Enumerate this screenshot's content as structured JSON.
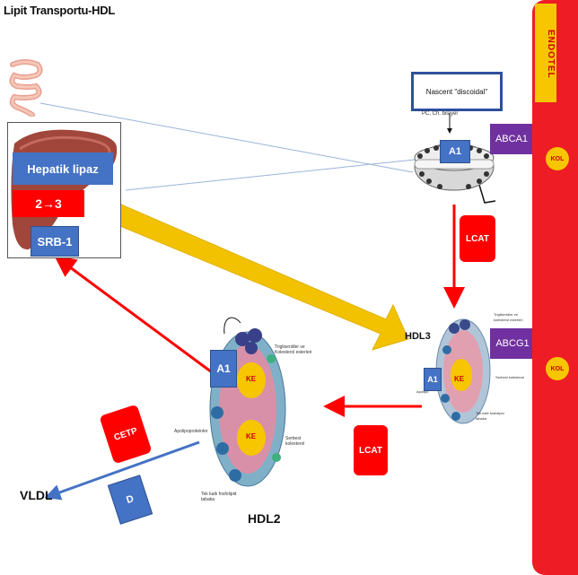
{
  "title": "Lipit Transportu-HDL",
  "endotel": {
    "label": "ENDOTEL",
    "kol_top": "KOL",
    "kol_bottom": "KOL"
  },
  "nascent": {
    "box_label": "Nascent \"discoidal\"",
    "pc_label": "PC, Ch. bilayer",
    "apo": "A1",
    "receptor": "ABCA1"
  },
  "liver": {
    "hepatik_lipaz": "Hepatik lipaz",
    "conversion": "2→3",
    "receptor": "SRB-1"
  },
  "lcat_top": "LCAT",
  "lcat_middle": "LCAT",
  "hdl3": {
    "label": "HDL3",
    "apo": "A1",
    "core": "KE",
    "receptor": "ABCG1",
    "annotations": [
      "Trigliseridler ve kolesterol esterleri",
      "Serbest kolesterol",
      "Tek katlı fosfolipid tabaka",
      "Apolipo"
    ]
  },
  "hdl2": {
    "label": "HDL2",
    "apo": "A1",
    "core_top": "KE",
    "core_bottom": "KE",
    "annotations": [
      "Trigliseridler ve Kolesterol esterleri",
      "Serbest kolesterol",
      "Tek katlı fosfolipid tabaka",
      "Apolipoproteinler"
    ]
  },
  "cetp": "CETP",
  "d_label": "D",
  "vldl": "VLDL",
  "colors": {
    "endotel": "#ee1c24",
    "yellow": "#f7c600",
    "blue": "#4472c4",
    "red": "#ff0000",
    "purple": "#7030a0",
    "arrow_yellow": "#f2c200",
    "arrow_blue": "#4472c4"
  }
}
